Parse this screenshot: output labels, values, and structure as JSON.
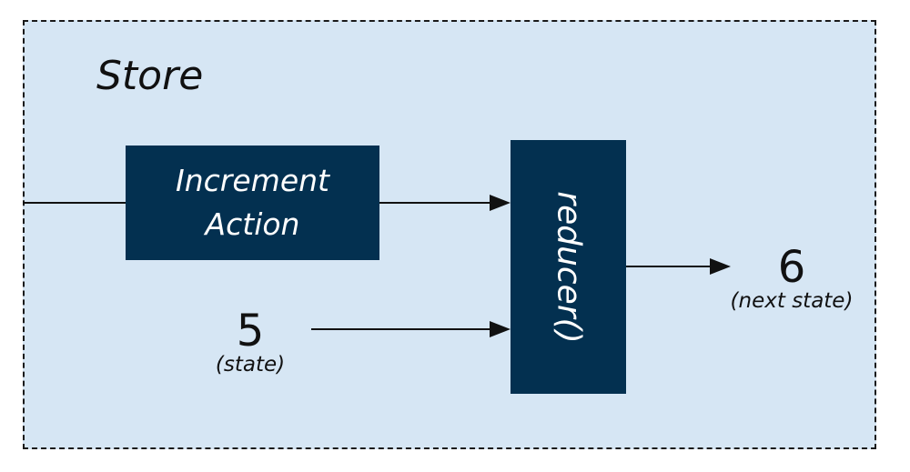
{
  "store": {
    "title": "Store"
  },
  "action": {
    "line1": "Increment",
    "line2": "Action"
  },
  "reducer": {
    "label": "reducer()"
  },
  "state": {
    "value": "5",
    "caption": "(state)"
  },
  "next_state": {
    "value": "6",
    "caption": "(next state)"
  },
  "colors": {
    "store_background": "#d6e6f4",
    "box_fill": "#033050",
    "arrow": "#111111"
  }
}
